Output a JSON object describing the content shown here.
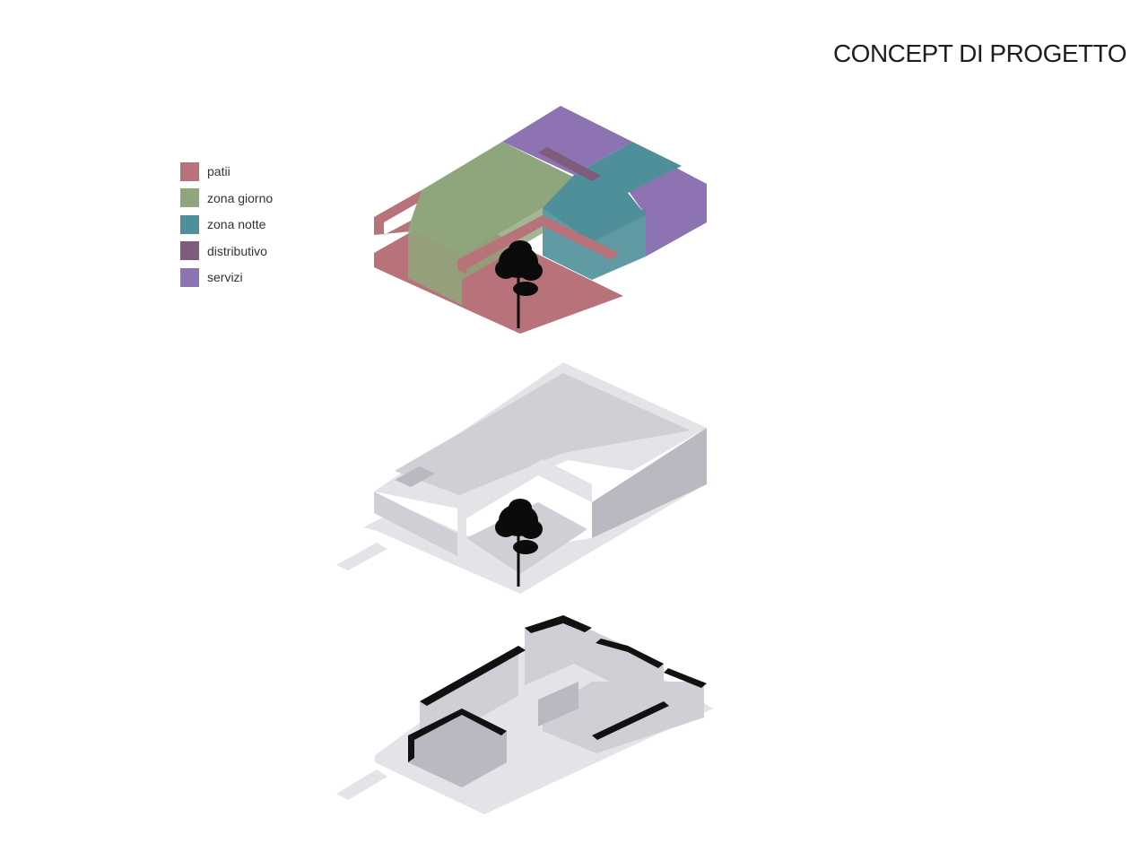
{
  "title": "CONCEPT DI PROGETTO",
  "legend": [
    {
      "label": "patii",
      "color": "#b8727a"
    },
    {
      "label": "zona giorno",
      "color": "#8fa57c"
    },
    {
      "label": "zona notte",
      "color": "#4f8f99"
    },
    {
      "label": "distributivo",
      "color": "#7f5c7c"
    },
    {
      "label": "servizi",
      "color": "#8e73b3"
    }
  ],
  "colors": {
    "massing_light": "#e3e3e8",
    "massing_mid": "#cfcfd6",
    "massing_dark": "#b9b9c2",
    "wall_top": "#111111",
    "tree": "#0b0b0b"
  }
}
